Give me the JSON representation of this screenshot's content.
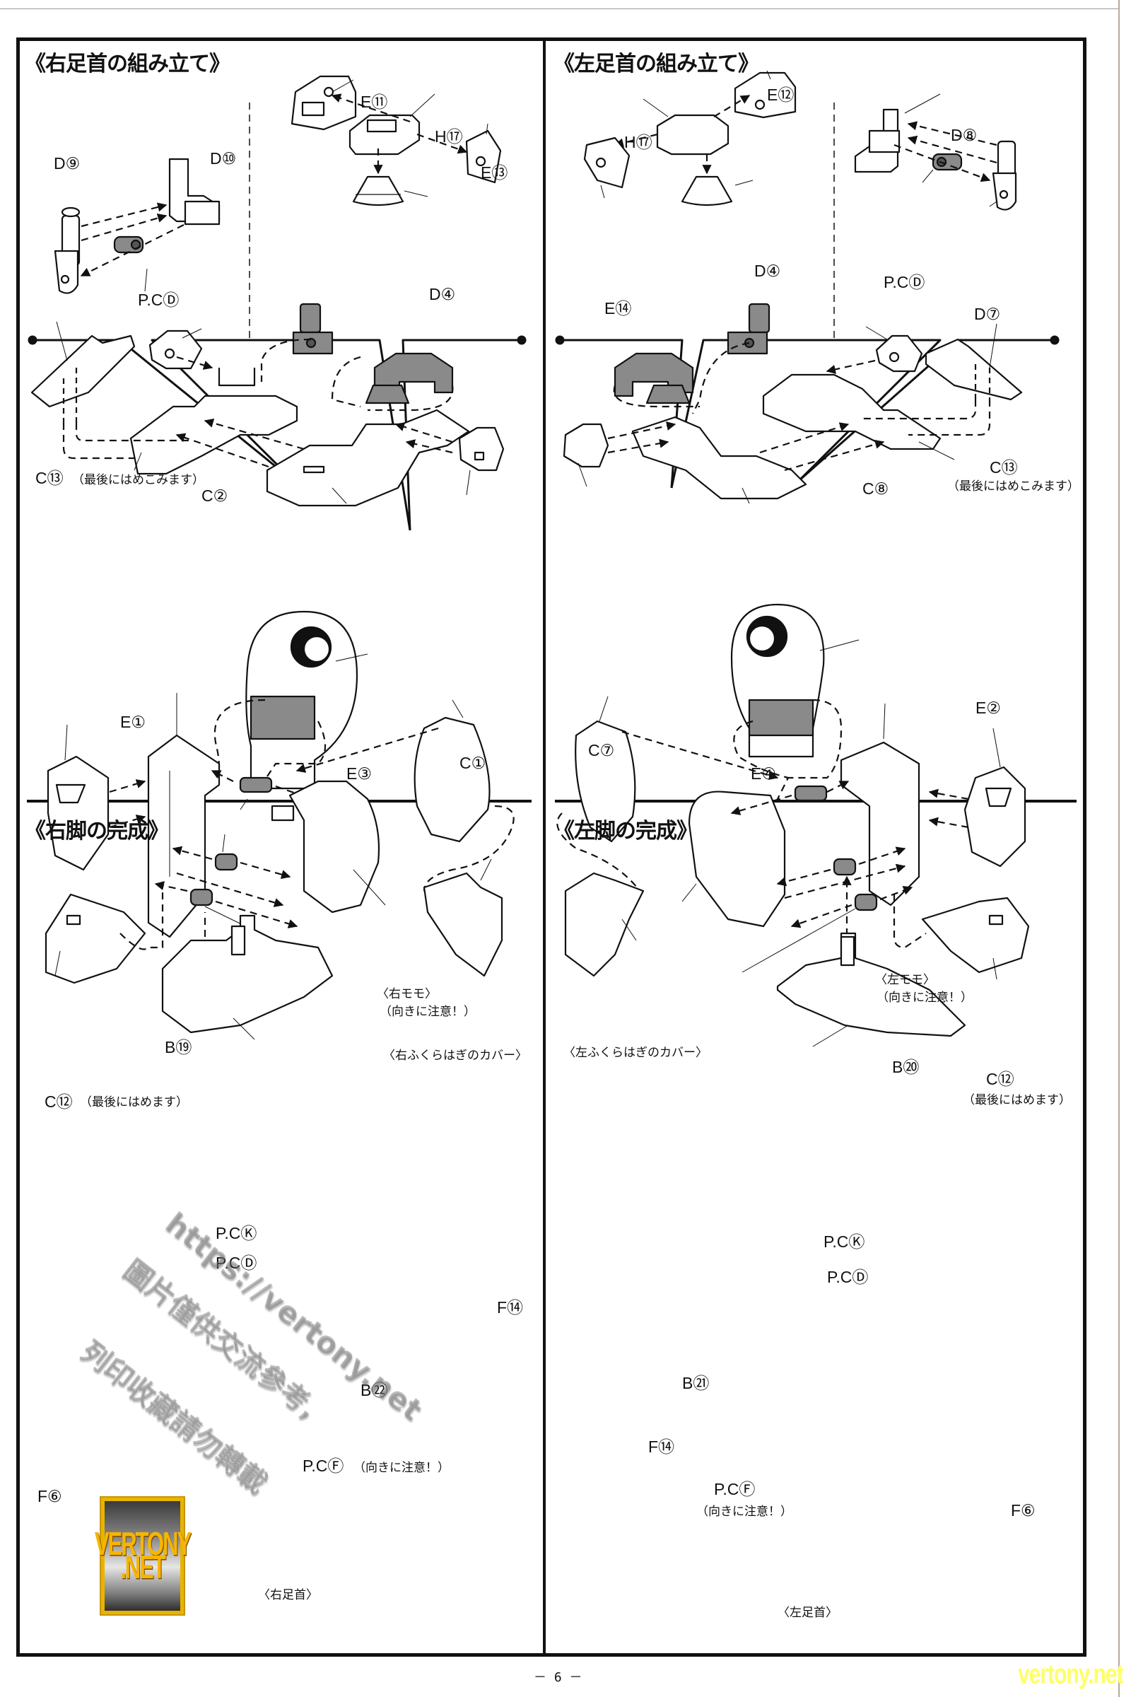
{
  "page": {
    "page_number": "－ 6 －",
    "site_watermark": "vertony.net"
  },
  "panels": {
    "right_ankle_assembly": {
      "title": "《右足首の組み立て》",
      "parts": {
        "d9": "D⑨",
        "d10": "D⑩",
        "pcd": "P.CⒹ",
        "e11": "E⑪",
        "h17": "H⑰",
        "e13": "E⑬",
        "d4": "D④",
        "c13": "C⑬",
        "c13_note": "（最後にはめこみます）",
        "c2": "C②",
        "e1": "E①",
        "e3": "E③",
        "c1": "C①"
      }
    },
    "left_ankle_assembly": {
      "title": "《左足首の組み立て》",
      "parts": {
        "e12": "E⑫",
        "h17": "H⑰",
        "e14": "E⑭",
        "d4": "D④",
        "d8": "D⑧",
        "pcd": "P.CⒹ",
        "d7": "D⑦",
        "c8": "C⑧",
        "c13": "C⑬",
        "c13_note": "（最後にはめこみます）",
        "c7": "C⑦",
        "e4": "E④",
        "e2": "E②"
      }
    },
    "right_leg_completion": {
      "title": "《右脚の完成》",
      "parts": {
        "thigh": "〈右モモ〉",
        "thigh_note": "（向きに注意！）",
        "b19": "B⑲",
        "c12": "C⑫",
        "c12_note": "（最後にはめます）",
        "calf_cover": "〈右ふくらはぎのカバー〉",
        "pck": "P.CⓀ",
        "pcd": "P.CⒹ",
        "b22": "B㉒",
        "f14": "F⑭",
        "pcf": "P.CⒻ",
        "pcf_note": "（向きに注意！）",
        "f6": "F⑥",
        "ankle": "〈右足首〉"
      }
    },
    "left_leg_completion": {
      "title": "《左脚の完成》",
      "parts": {
        "thigh": "〈左モモ〉",
        "thigh_note": "（向きに注意！）",
        "calf_cover": "〈左ふくらはぎのカバー〉",
        "b20": "B⑳",
        "c12": "C⑫",
        "c12_note": "（最後にはめます）",
        "pck": "P.CⓀ",
        "pcd": "P.CⒹ",
        "b21": "B㉑",
        "f14": "F⑭",
        "pcf": "P.CⒻ",
        "pcf_note": "（向きに注意！）",
        "f6": "F⑥",
        "ankle": "〈左足首〉"
      }
    }
  },
  "watermark": {
    "logo_line1": "VERTONY",
    "logo_line2": ".NET",
    "url": "https://vertony.net",
    "line2": "圖片僅供交流參考,",
    "line3": "列印收藏請勿轉載"
  },
  "colors": {
    "line": "#111111",
    "part_gray": "#8a8a8a",
    "logo_gold": "#f7b500",
    "site_yellow": "#ffff66"
  }
}
